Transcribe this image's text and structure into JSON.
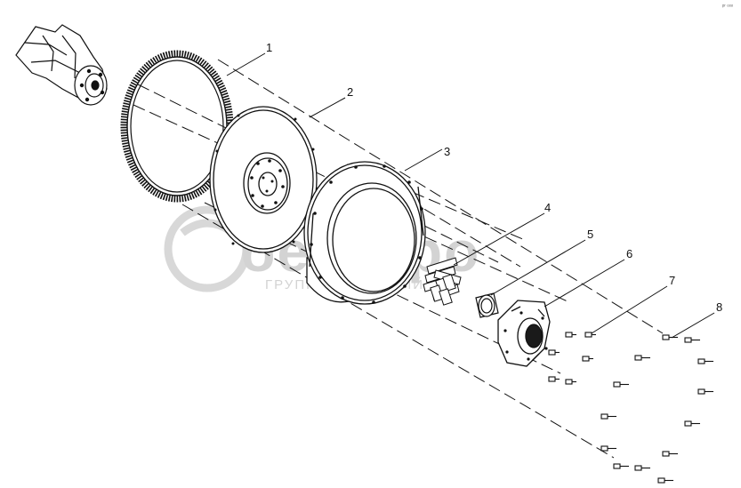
{
  "diagram": {
    "corner_mark": "ᵖʳ ᵒᵒᵒ",
    "colors": {
      "line": "#111111",
      "watermark": "#cfcfcf",
      "hub": "#1a1a1a"
    },
    "callouts": [
      {
        "id": "1",
        "text": "1"
      },
      {
        "id": "2",
        "text": "2"
      },
      {
        "id": "3",
        "text": "3"
      },
      {
        "id": "4",
        "text": "4"
      },
      {
        "id": "5",
        "text": "5"
      },
      {
        "id": "6",
        "text": "6"
      },
      {
        "id": "7",
        "text": "7"
      },
      {
        "id": "8",
        "text": "8"
      }
    ]
  },
  "watermark": {
    "logo_text": "белагро",
    "subtitle": "ГРУППА КОМПАНИЙ"
  }
}
